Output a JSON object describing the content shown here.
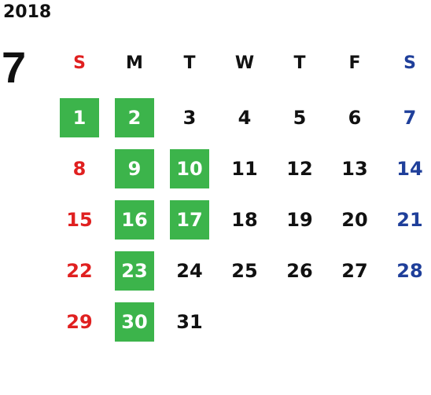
{
  "year": "2018",
  "month": "7",
  "colors": {
    "sunday": "#e02020",
    "saturday": "#1f3f9a",
    "weekday": "#111111",
    "highlight": "#3cb44b",
    "highlight_text": "#ffffff"
  },
  "weekdays": [
    "S",
    "M",
    "T",
    "W",
    "T",
    "F",
    "S"
  ],
  "weeks": [
    [
      {
        "d": "1",
        "hl": true
      },
      {
        "d": "2",
        "hl": true
      },
      {
        "d": "3"
      },
      {
        "d": "4"
      },
      {
        "d": "5"
      },
      {
        "d": "6"
      },
      {
        "d": "7"
      }
    ],
    [
      {
        "d": "8"
      },
      {
        "d": "9",
        "hl": true
      },
      {
        "d": "10",
        "hl": true
      },
      {
        "d": "11"
      },
      {
        "d": "12"
      },
      {
        "d": "13"
      },
      {
        "d": "14"
      }
    ],
    [
      {
        "d": "15"
      },
      {
        "d": "16",
        "hl": true
      },
      {
        "d": "17",
        "hl": true
      },
      {
        "d": "18"
      },
      {
        "d": "19"
      },
      {
        "d": "20"
      },
      {
        "d": "21"
      }
    ],
    [
      {
        "d": "22"
      },
      {
        "d": "23",
        "hl": true
      },
      {
        "d": "24"
      },
      {
        "d": "25"
      },
      {
        "d": "26"
      },
      {
        "d": "27"
      },
      {
        "d": "28"
      }
    ],
    [
      {
        "d": "29"
      },
      {
        "d": "30",
        "hl": true
      },
      {
        "d": "31"
      }
    ]
  ]
}
